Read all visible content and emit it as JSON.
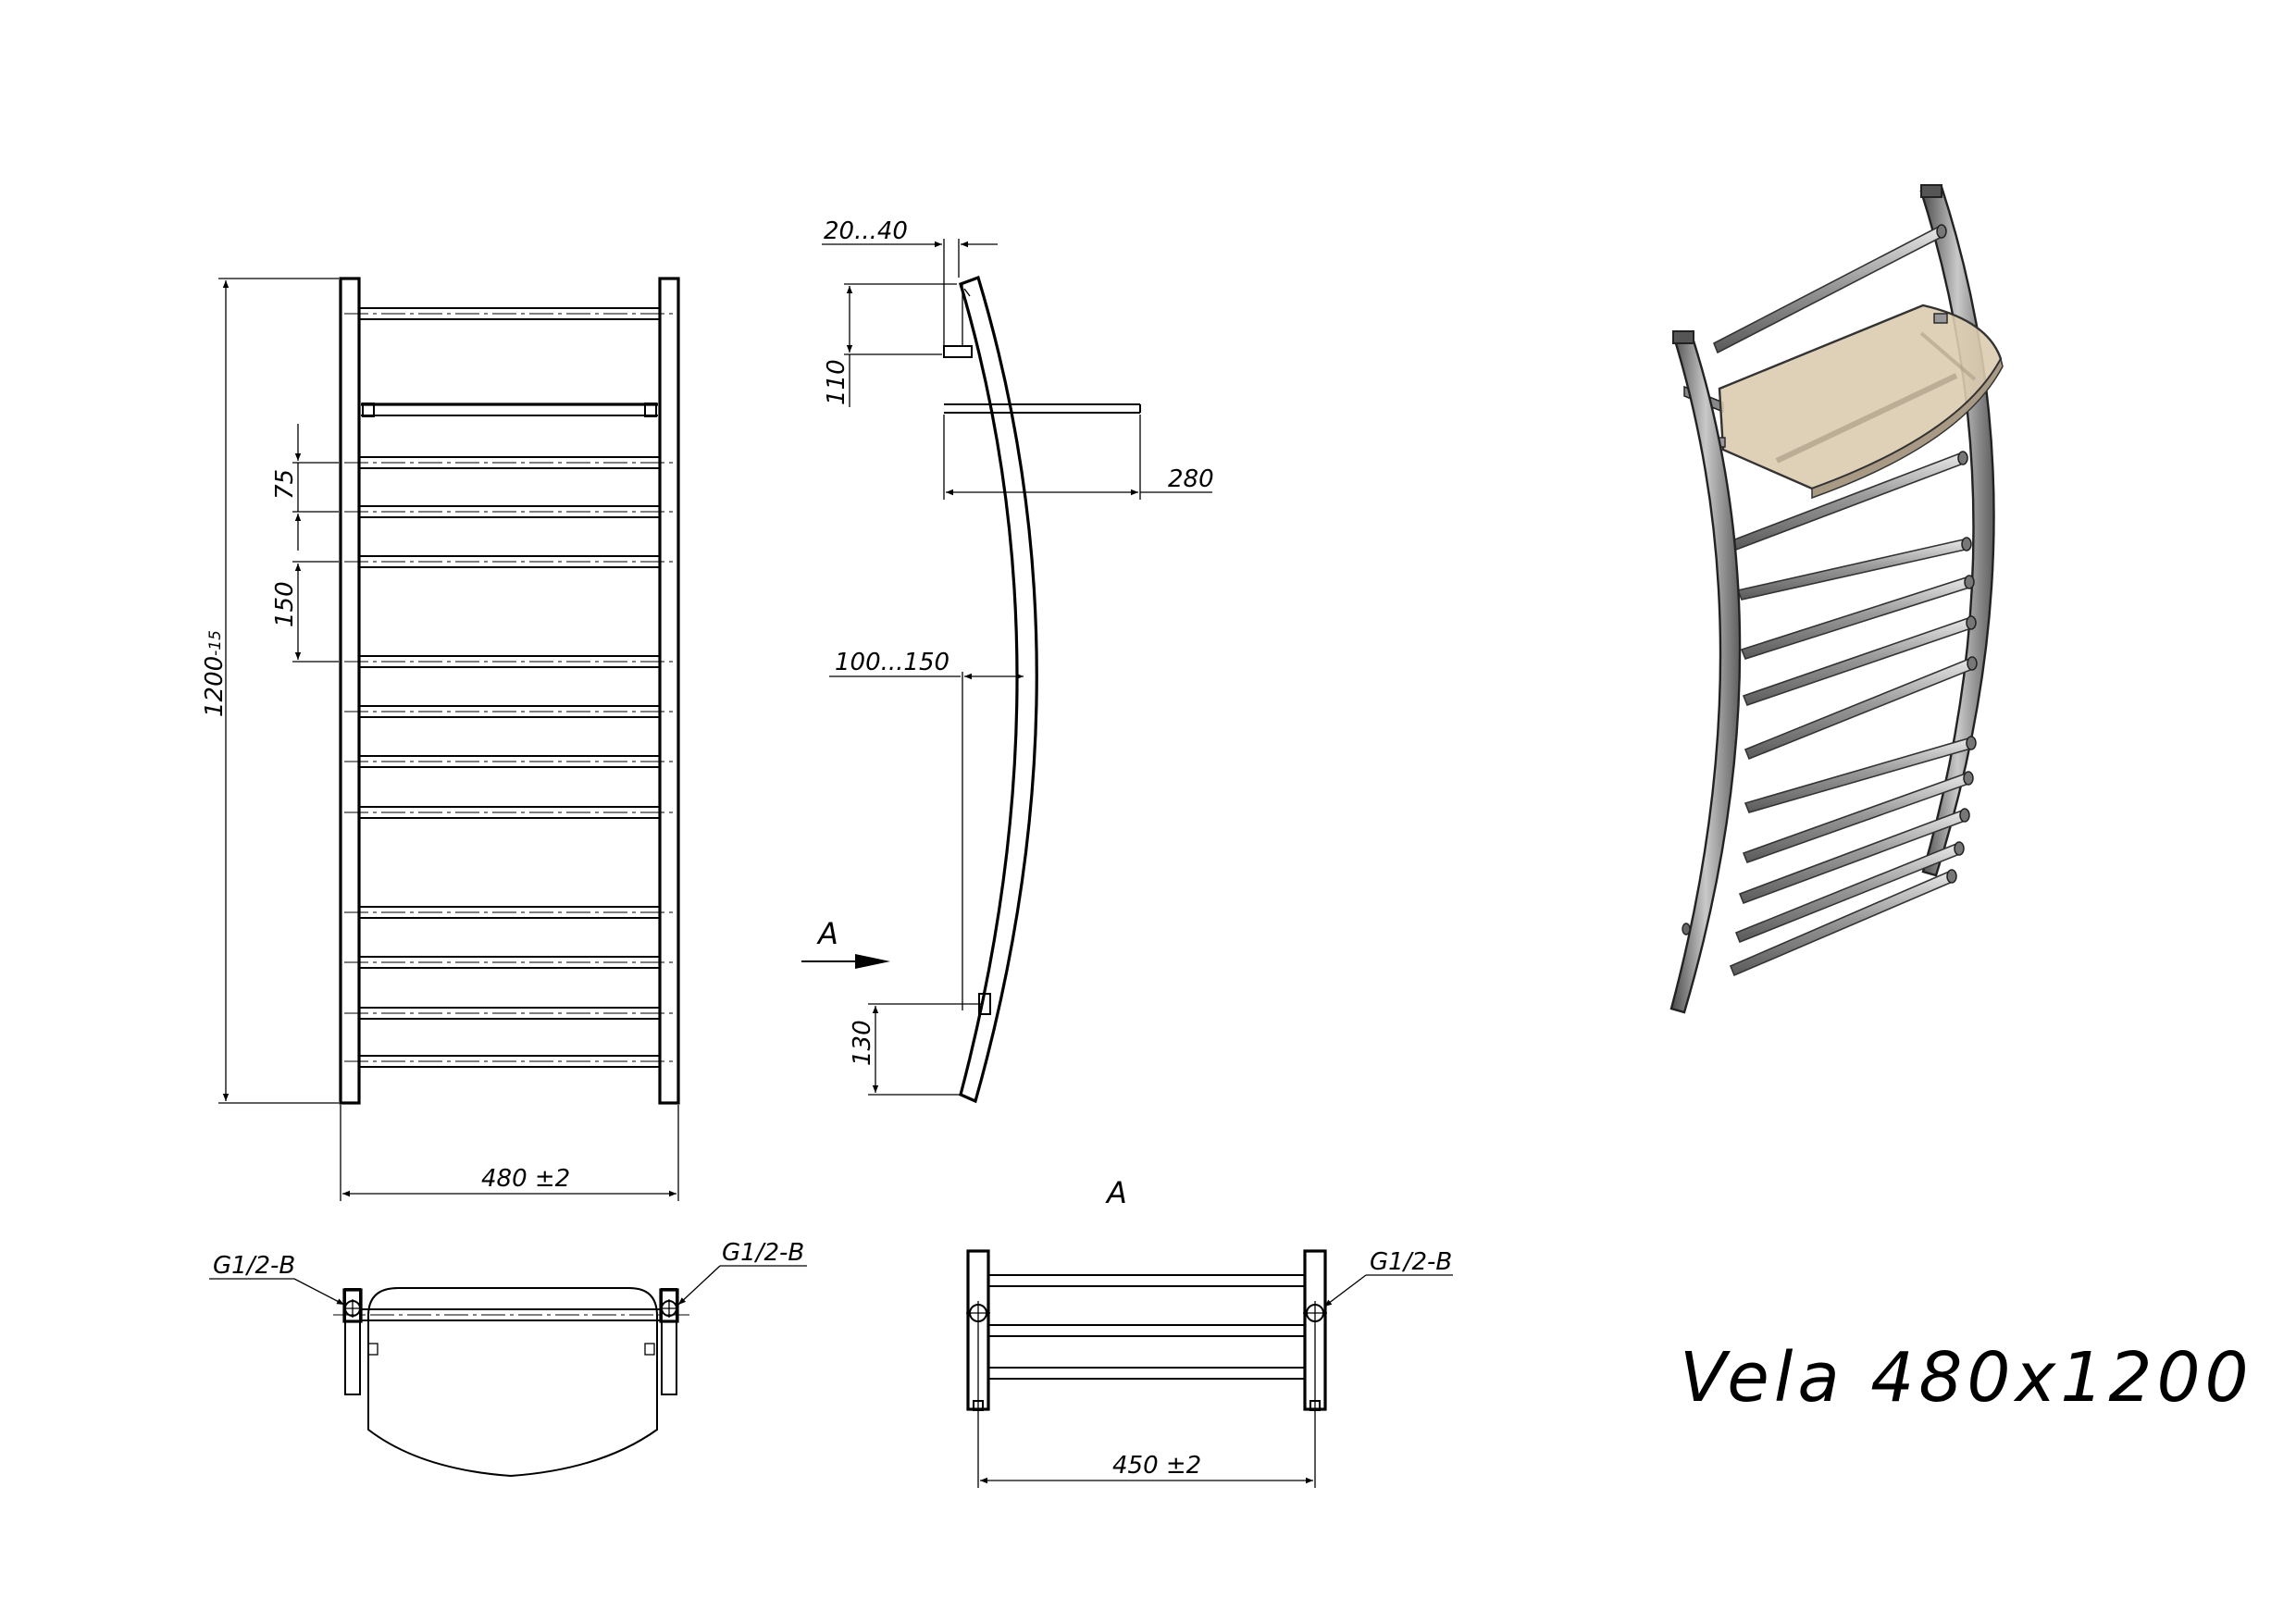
{
  "title": "Vela 480x1200",
  "front_view": {
    "height_dim": "1200",
    "height_tol": "-15",
    "width_dim": "480 ±2",
    "spacing_small": "75",
    "spacing_large": "150"
  },
  "side_view": {
    "offset_top": "20...40",
    "bracket_top": "110",
    "shelf_depth": "280",
    "offset_mid": "100...150",
    "bracket_bottom": "130",
    "view_marker": "A"
  },
  "bottom_view": {
    "thread_left": "G1/2-B",
    "thread_right": "G1/2-B"
  },
  "view_a": {
    "label": "A",
    "thread": "G1/2-B",
    "width_dim": "450 ±2"
  },
  "render_3d": {
    "shelf_color": "#dccbb0",
    "frame_color": "#6b6b6b"
  }
}
